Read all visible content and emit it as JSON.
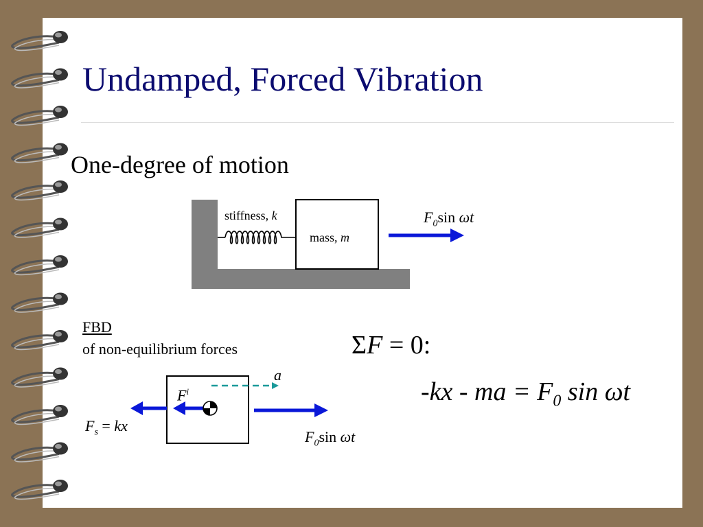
{
  "slide": {
    "title": "Undamped, Forced  Vibration",
    "subtitle": "One-degree of motion"
  },
  "top_diagram": {
    "stiffness_label": "stiffness, ",
    "stiffness_symbol": "k",
    "mass_label": "mass, ",
    "mass_symbol": "m",
    "force_symbol": "F",
    "force_sub": "0",
    "force_rest": "sin ",
    "force_omega": "ωt"
  },
  "fbd": {
    "heading": "FBD",
    "caption": "of non-equilibrium forces",
    "accel_label": "a",
    "inertia_symbol": "F",
    "inertia_sup": "i",
    "spring_force_symbol": "F",
    "spring_force_sub": "s",
    "spring_force_eq": " = ",
    "spring_force_rhs": "kx",
    "applied_symbol": "F",
    "applied_sub": "0",
    "applied_rest": "sin ",
    "applied_omega": "ωt"
  },
  "equations": {
    "sum_sigma": "Σ",
    "sum_f": "F",
    "sum_rest": " = 0:",
    "eq_lhs": "-kx - ma = F",
    "eq_sub": "0",
    "eq_rhs": " sin ωt"
  },
  "colors": {
    "background": "#8b7355",
    "title": "#0b0b6f",
    "arrow": "#0a18d8",
    "accel": "#1a9a9a",
    "wall": "#808080"
  }
}
